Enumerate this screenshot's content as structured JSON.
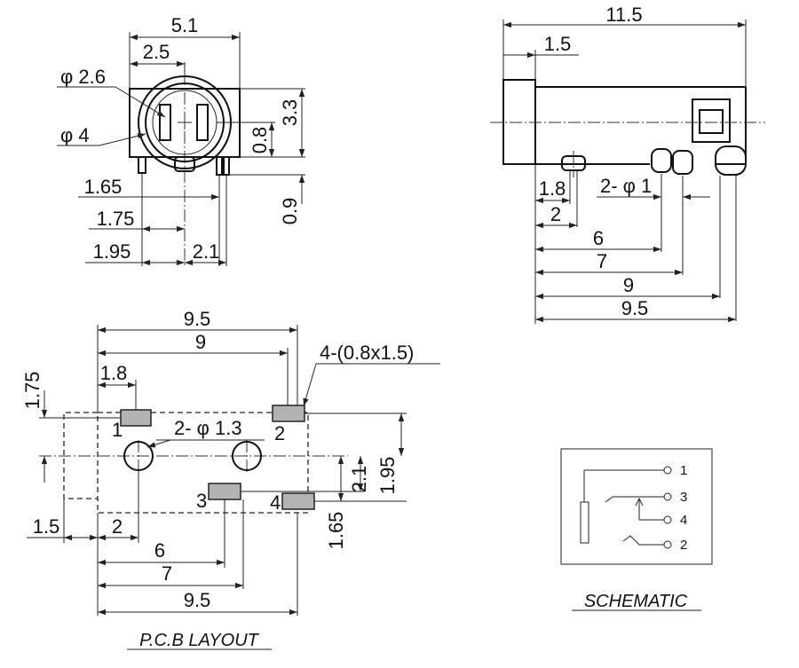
{
  "front_view": {
    "width": "5.1",
    "half_width": "2.5",
    "inner_dia": "φ 2.6",
    "outer_dia": "φ 4",
    "center_offset": "0.8",
    "height": "3.3",
    "pin_len": "0.9",
    "pin_a": "1.65",
    "pin_b": "1.75",
    "pin_c": "1.95",
    "pin_span": "2.1"
  },
  "side_view": {
    "length": "11.5",
    "flange": "1.5",
    "peg_a": "1.8",
    "peg_dia": "2- φ 1",
    "peg_b": "2",
    "pin_6": "6",
    "pin_7": "7",
    "pin_9": "9",
    "pin_95": "9.5"
  },
  "pcb": {
    "title": "P.C.B LAYOUT",
    "width_95": "9.5",
    "width_9": "9",
    "pad_spec": "4-(0.8x1.5)",
    "x_18": "1.8",
    "y_175": "1.75",
    "hole_spec": "2- φ 1.3",
    "y_21": "2.1",
    "y_195": "1.95",
    "y_165": "1.65",
    "x_15": "1.5",
    "x_2": "2",
    "x_6": "6",
    "x_7": "7",
    "x_95b": "9.5",
    "pin_labels": [
      "1",
      "2",
      "3",
      "4"
    ]
  },
  "schematic": {
    "title": "SCHEMATIC",
    "pins": [
      "1",
      "3",
      "4",
      "2"
    ]
  }
}
